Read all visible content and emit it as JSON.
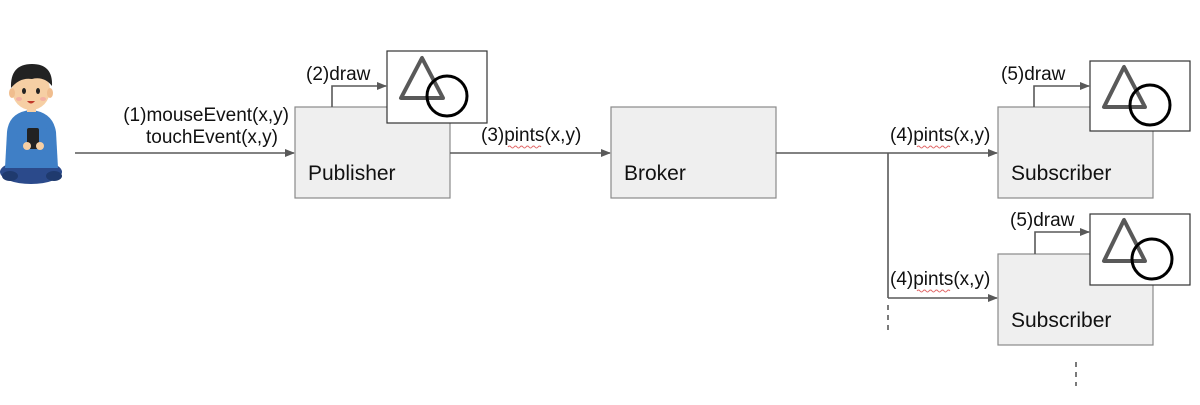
{
  "diagram": {
    "nodes": {
      "publisher": {
        "label": "Publisher"
      },
      "broker": {
        "label": "Broker"
      },
      "subscriber_1": {
        "label": "Subscriber"
      },
      "subscriber_2": {
        "label": "Subscriber"
      }
    },
    "edges": {
      "user_event_line1": "(1)mouseEvent(x,y)",
      "user_event_line2": "touchEvent(x,y)",
      "publisher_draw": "(2)draw",
      "publish_points": "(3)pints(x,y)",
      "deliver_sub1": "(4)pints(x,y)",
      "deliver_sub2": "(4)pints(x,y)",
      "sub1_draw": "(5)draw",
      "sub2_draw": "(5)draw"
    },
    "colors": {
      "box_fill": "#efefef",
      "box_stroke": "#8a8a8a",
      "arrow": "#595959",
      "triangle": "#595959",
      "circle": "#000000",
      "spellcheck_underline": "#e06666"
    },
    "icons": [
      "user-with-phone-icon",
      "triangle-circle-canvas-icon"
    ]
  }
}
